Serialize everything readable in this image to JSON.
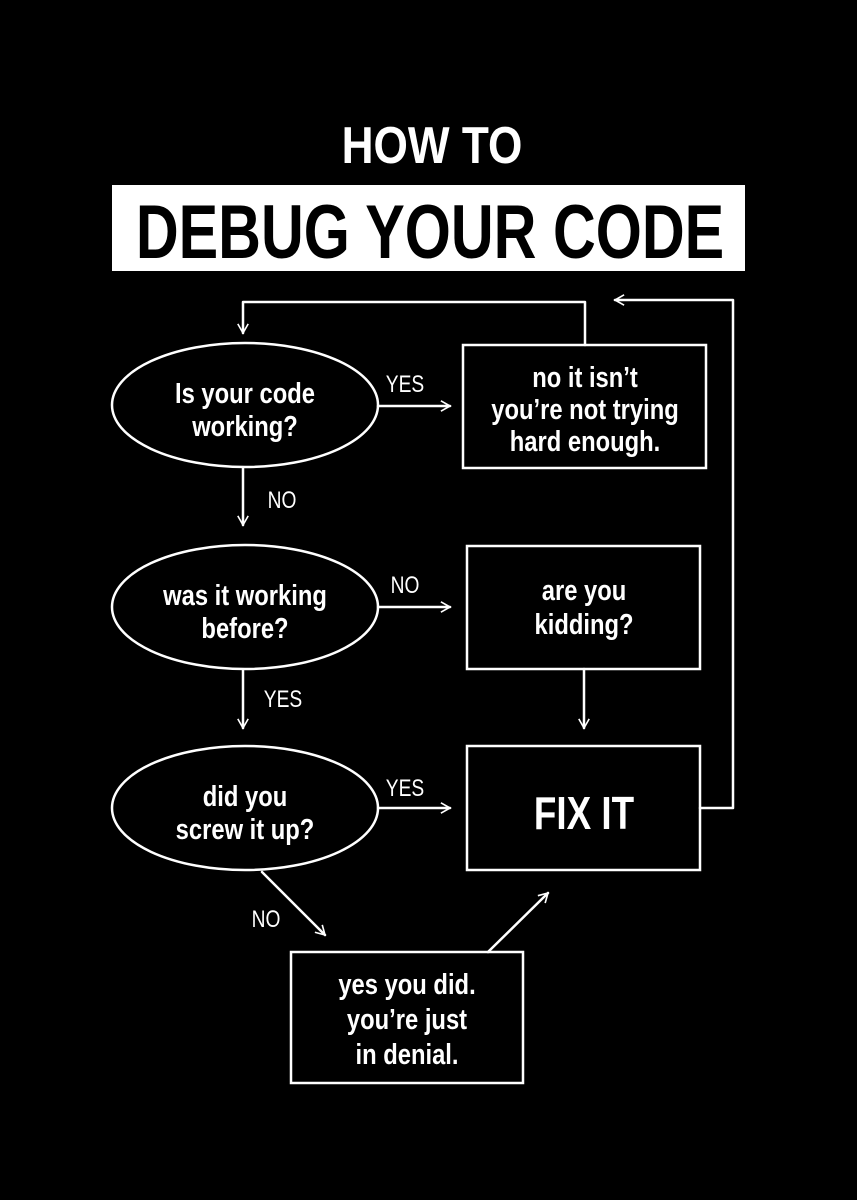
{
  "title": {
    "line1": "HOW TO",
    "line2": "DEBUG YOUR CODE"
  },
  "colors": {
    "background": "#000000",
    "foreground": "#ffffff"
  },
  "nodes": {
    "q1": [
      "Is your code",
      "working?"
    ],
    "a1": [
      "no it isn’t",
      "you’re not trying",
      "hard enough."
    ],
    "q2": [
      "was it working",
      "before?"
    ],
    "a2": [
      "are you",
      "kidding?"
    ],
    "q3": [
      "did you",
      "screw it up?"
    ],
    "fix": "FIX IT",
    "a3": [
      "yes you did.",
      "you’re just",
      "in denial."
    ]
  },
  "edges": {
    "q1_yes": "YES",
    "q1_no": "NO",
    "q2_no": "NO",
    "q2_yes": "YES",
    "q3_yes": "YES",
    "q3_no": "NO"
  }
}
